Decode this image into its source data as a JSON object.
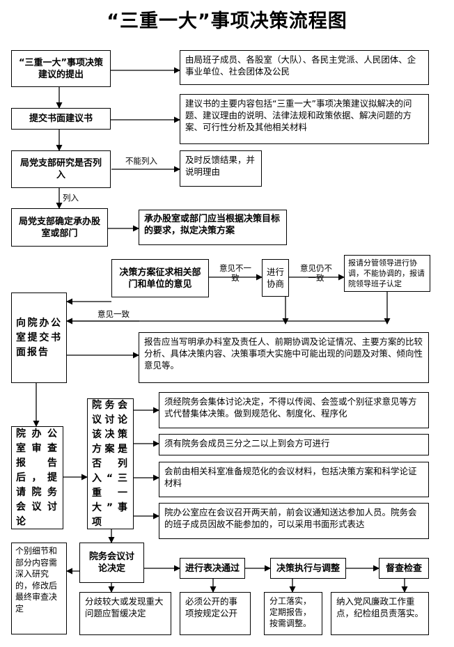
{
  "title": "“三重一大”事项决策流程图",
  "nodes": {
    "proposal": "“三重一大”事项决策建议的提出",
    "proposal_note": "由局班子成员、各股室（大队）、各民主党派、人民团体、企事业单位、社会团体及公民",
    "submit": "提交书面建议书",
    "submit_note": "建议书的主要内容包括“三重一大”事项决策建议拟解决的问题、建议理由的说明、法律法规和政策依据、解决问题的方案、可行性分析及其他相关材料",
    "branch_review": "局党支部研究是否列入",
    "reject_note": "及时反馈结果，并说明理由",
    "assign": "局党支部确定承办股室或部门",
    "assign_note": "承办股室或部门应当根据决策目标的要求，拟定决策方案",
    "consult": "决策方案征求相关部门和单位的意见",
    "coordinate": "进行协商",
    "escalate": "报请分管领导进行协调，不能协调的，报请院领导班子认定",
    "submit_office": "向院办公室提交书面报告",
    "report_note": "报告应当写明承办科室及责任人、前期协调及论证情况、主要方案的比较分析、具体决策内容、决策事项大实施中可能出现的问题及对策、倾向性意见等。",
    "office_review": "院办公室审查报告后，提请院务会议讨论",
    "meeting_decide": "院务会议讨论该决策方案是否列入“三重一大”事项",
    "rule1": "须经院务会集体讨论决定，不得以传阅、会签或个别征求意见等方式代替集体决策。做到规范化、制度化、程序化",
    "rule2": "须有院务会成员三分之二以上到会方可进行",
    "rule3": "会前由相关科室准备规范化的会议材料，包括决策方案和科学论证材料",
    "rule4": "院办公室应在会议召开两天前，前会议通知送达参加人员。院务会的班子成员因故不能参加的，可以采用书面形式表达",
    "detail_note": "个别细节和部分内容需深入研究的，修改后最终审查决定",
    "meeting_discuss": "院务会议讨论决定",
    "defer_note": "分歧较大或发现重大问题应暂缓决定",
    "vote": "进行表决通过",
    "public_note": "必须公开的事项按规定公开",
    "execute": "决策执行与调整",
    "execute_note": "分工落实，定期报告，按需调整。",
    "inspect": "督查检查",
    "inspect_note": "纳入党风廉政工作重点，纪检组员责落实。"
  },
  "labels": {
    "cannot_list": "不能列入",
    "list": "列入",
    "disagree1": "意见不一致",
    "disagree2": "意见仍不一致",
    "agree": "意见一致"
  }
}
